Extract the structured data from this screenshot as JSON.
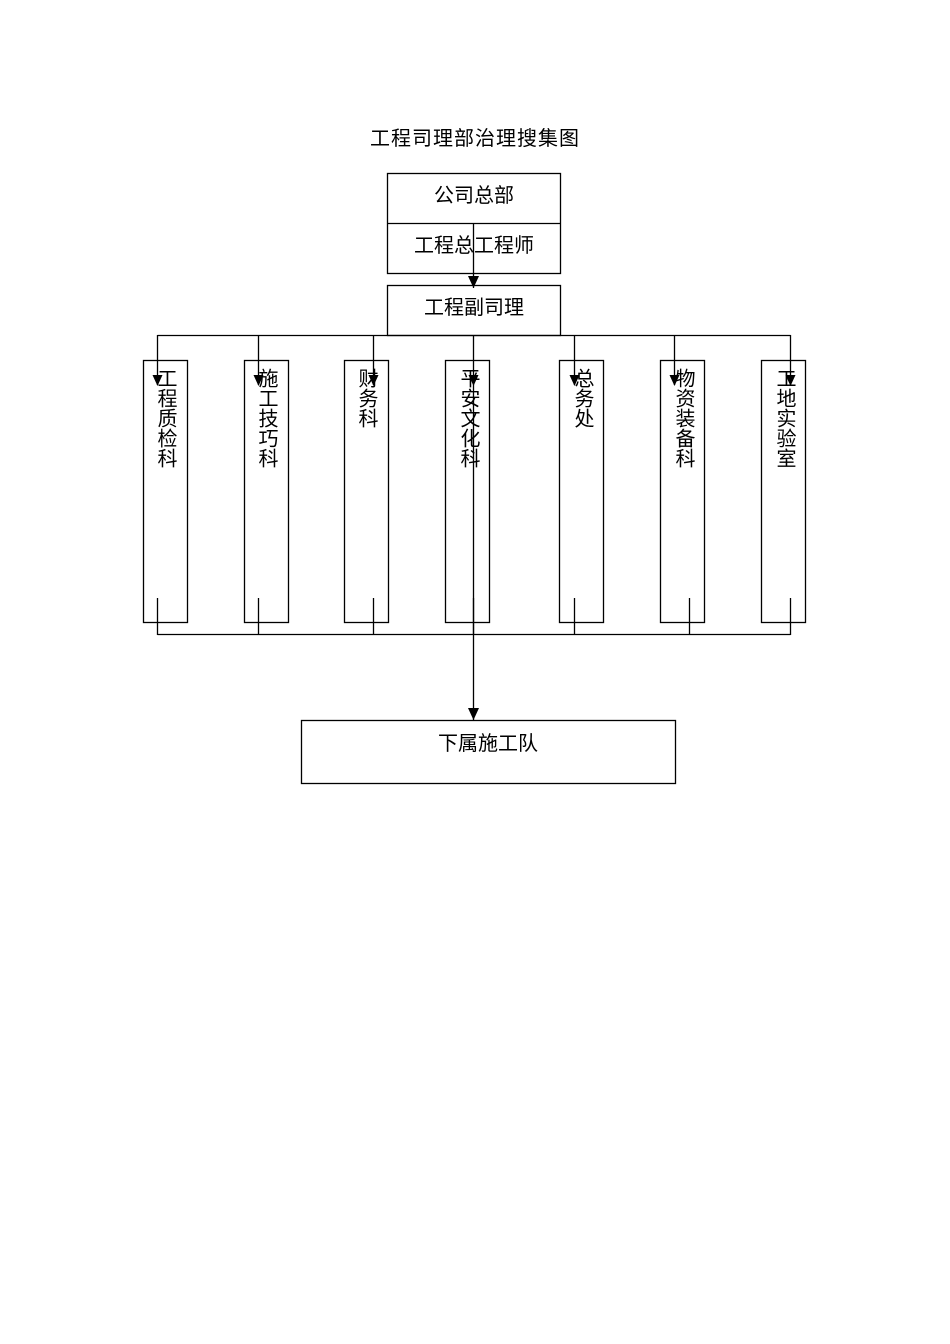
{
  "title": "工程司理部治理搜集图",
  "top_box": {
    "line1": "公司总部",
    "line2": "工程总工程师"
  },
  "manager_box": "工程副司理",
  "departments": [
    "工程质检科",
    "施工技巧科",
    "财务科",
    "平安文化科",
    "总务处",
    "物资装备科",
    "工地实验室"
  ],
  "bottom_box": "下属施工队"
}
